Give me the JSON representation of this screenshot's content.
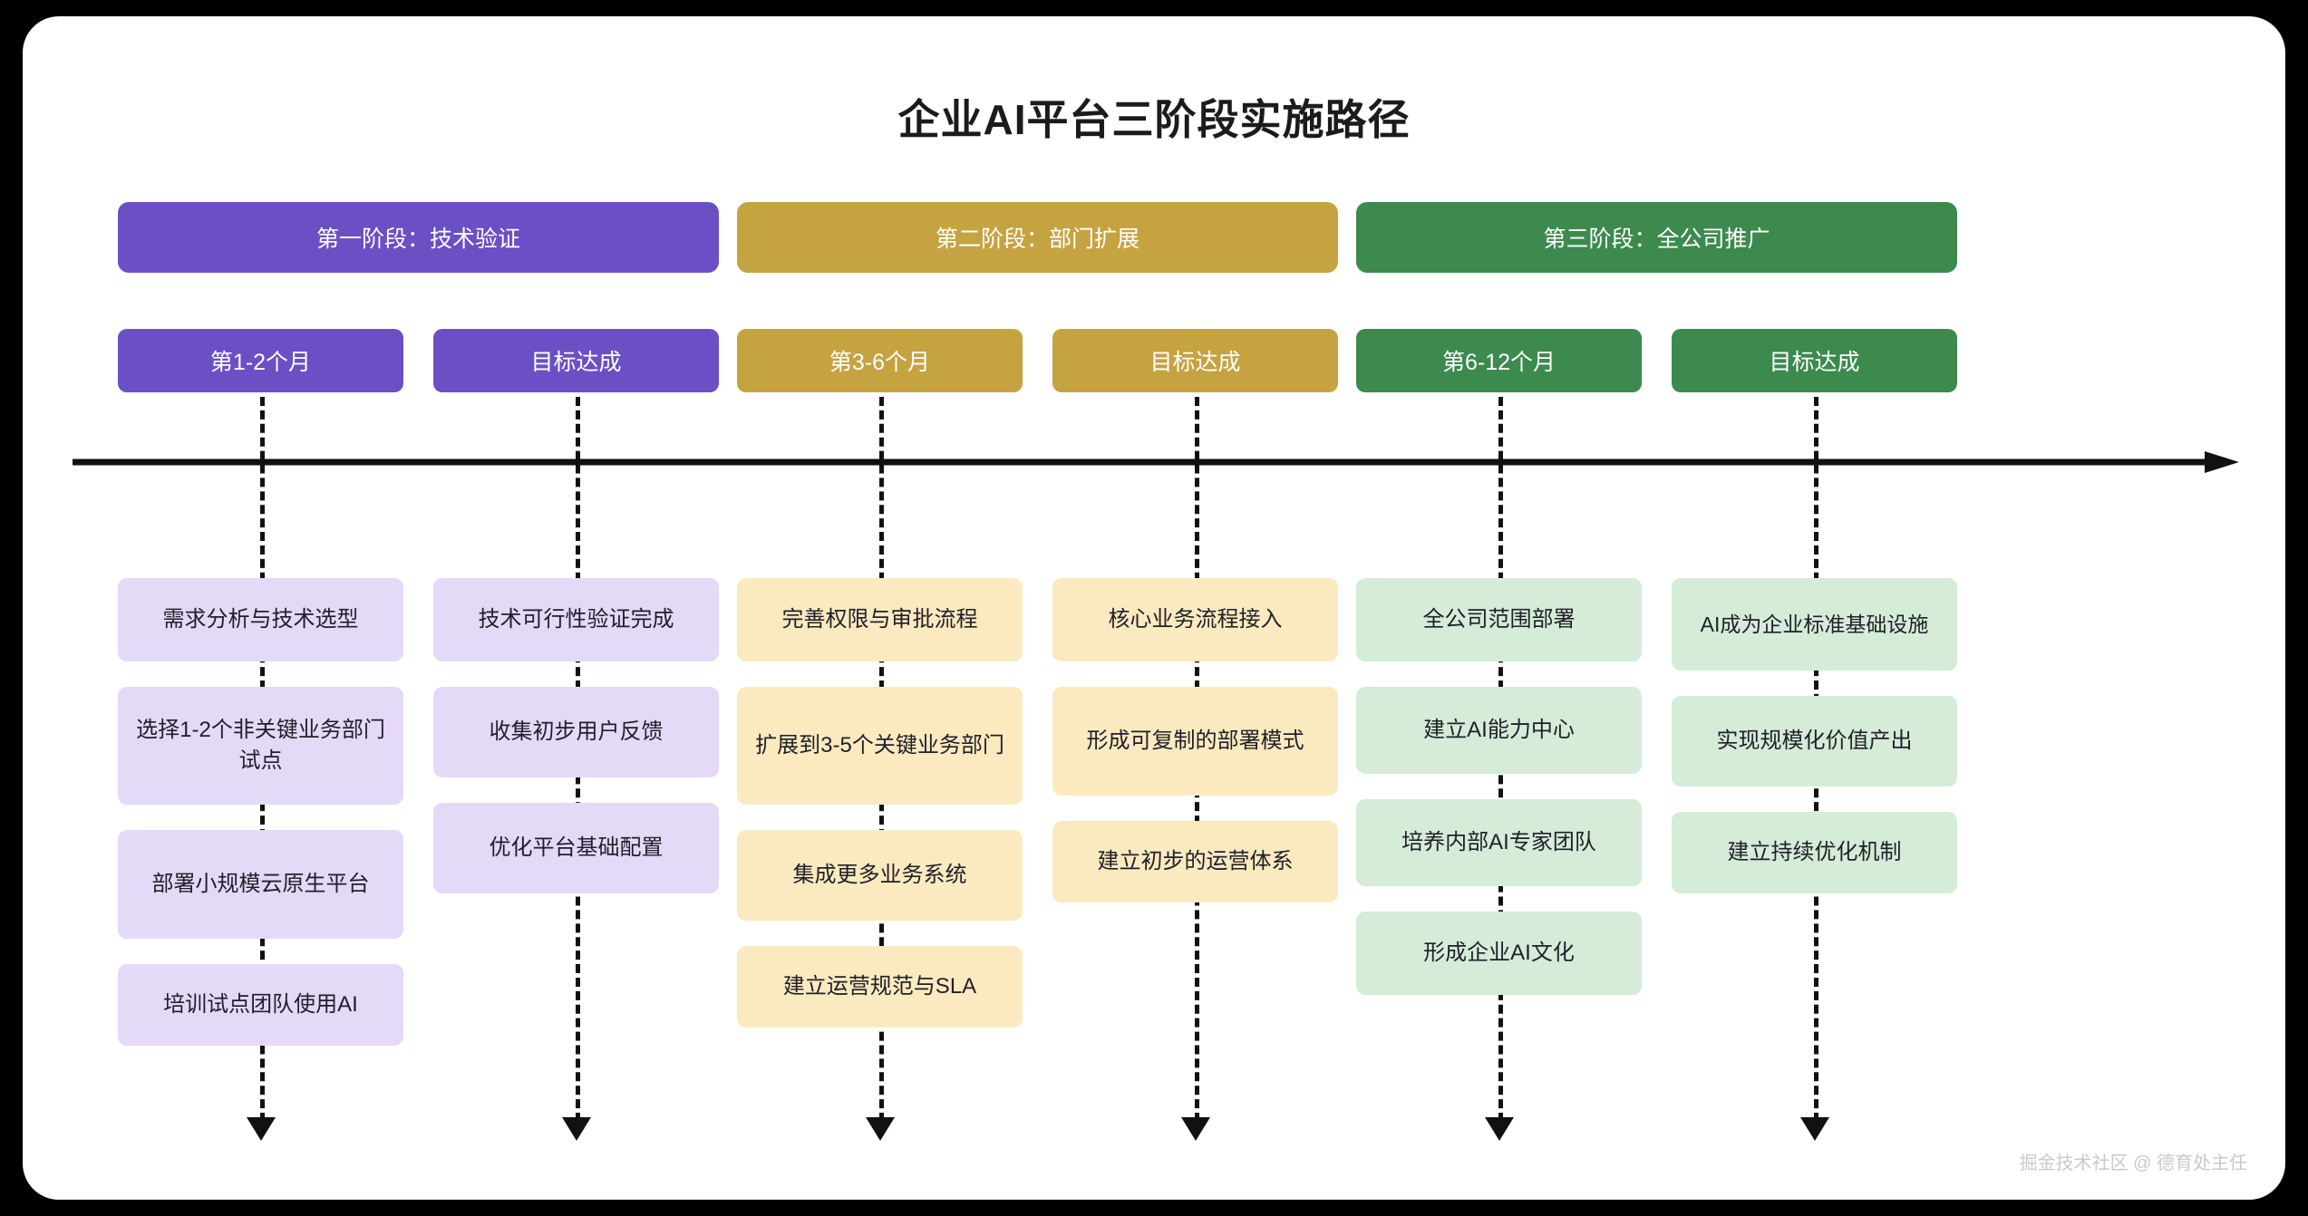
{
  "page": {
    "title": "企业AI平台三阶段实施路径",
    "background_color": "#000000",
    "canvas_color": "#ffffff",
    "watermark": "掘金技术社区 @ 德育处主任"
  },
  "colors": {
    "phase1_header": "#6b4fc4",
    "phase1_card": "#e5d9f8",
    "phase2_header": "#c6a341",
    "phase2_card": "#fbeabf",
    "phase3_header": "#3c8a4e",
    "phase3_card": "#d5ecd8",
    "line": "#111111",
    "text_dark": "#20202a",
    "text_light": "#ffffff"
  },
  "phases": [
    {
      "id": "phase-1",
      "header": "第一阶段：技术验证",
      "header_color": "#6b4fc4",
      "card_color": "#e5d9f8",
      "columns": [
        {
          "id": "phase-1-tasks",
          "sub_header": "第1-2个月",
          "cards": [
            "需求分析与技术选型",
            "选择1-2个非关键业务部门试点",
            "部署小规模云原生平台",
            "培训试点团队使用AI"
          ]
        },
        {
          "id": "phase-1-goals",
          "sub_header": "目标达成",
          "cards": [
            "技术可行性验证完成",
            "收集初步用户反馈",
            "优化平台基础配置"
          ]
        }
      ]
    },
    {
      "id": "phase-2",
      "header": "第二阶段：部门扩展",
      "header_color": "#c6a341",
      "card_color": "#fbeabf",
      "columns": [
        {
          "id": "phase-2-tasks",
          "sub_header": "第3-6个月",
          "cards": [
            "完善权限与审批流程",
            "扩展到3-5个关键业务部门",
            "集成更多业务系统",
            "建立运营规范与SLA"
          ]
        },
        {
          "id": "phase-2-goals",
          "sub_header": "目标达成",
          "cards": [
            "核心业务流程接入",
            "形成可复制的部署模式",
            "建立初步的运营体系"
          ]
        }
      ]
    },
    {
      "id": "phase-3",
      "header": "第三阶段：全公司推广",
      "header_color": "#3c8a4e",
      "card_color": "#d5ecd8",
      "columns": [
        {
          "id": "phase-3-tasks",
          "sub_header": "第6-12个月",
          "cards": [
            "全公司范围部署",
            "建立AI能力中心",
            "培养内部AI专家团队",
            "形成企业AI文化"
          ]
        },
        {
          "id": "phase-3-goals",
          "sub_header": "目标达成",
          "cards": [
            "AI成为企业标准基础设施",
            "实现规模化价值产出",
            "建立持续优化机制"
          ]
        }
      ]
    }
  ]
}
